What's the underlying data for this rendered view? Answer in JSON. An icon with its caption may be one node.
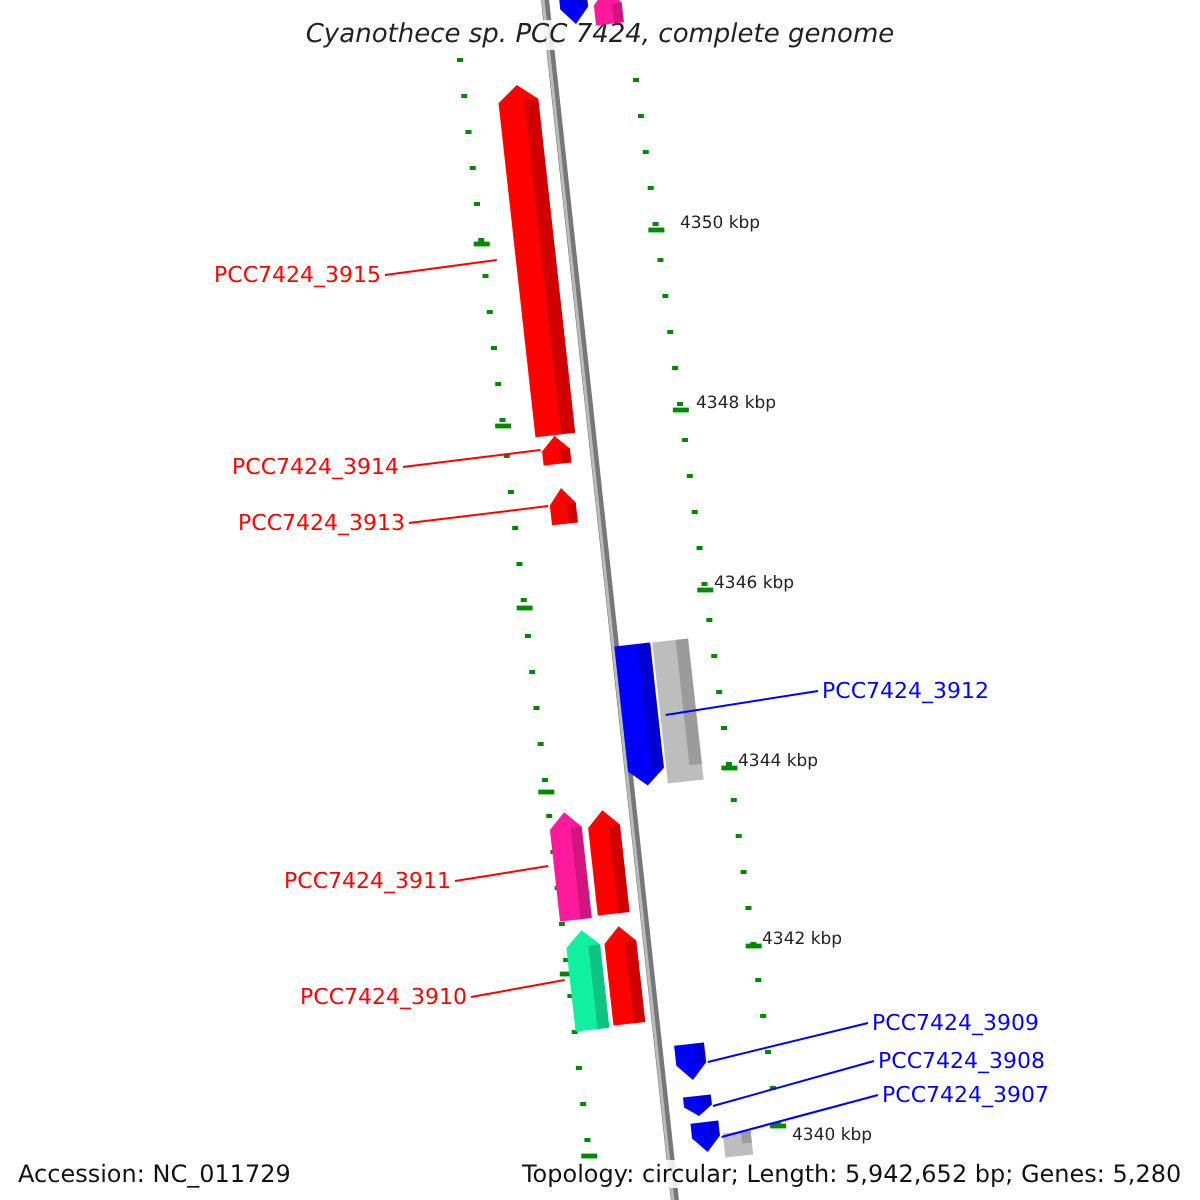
{
  "diagram": {
    "title": "Cyanothece sp. PCC 7424, complete genome",
    "nodes": [
      {
        "text": [],
        "shape": "arrow"
      },
      {
        "text": [],
        "shape": "arrow"
      },
      {
        "text": [],
        "shape": "arrow"
      },
      {
        "text": [
          "PCC7424_3915"
        ]
      },
      {
        "text": [],
        "shape": "arrow"
      },
      {
        "text": [
          "PCC7424_3914"
        ]
      },
      {
        "text": [],
        "shape": "arrow"
      },
      {
        "text": [
          "PCC7424_3913"
        ]
      },
      {
        "text": [],
        "shape": "arrow"
      },
      {
        "text": [],
        "shape": "box"
      },
      {
        "text": [
          "PCC7424_3912"
        ]
      },
      {
        "text": [],
        "shape": "arrow"
      },
      {
        "text": [],
        "shape": "arrow"
      },
      {
        "text": [
          "PCC7424_3911"
        ]
      },
      {
        "text": [],
        "shape": "arrow"
      },
      {
        "text": [],
        "shape": "arrow"
      },
      {
        "text": [
          "PCC7424_3910"
        ]
      },
      {
        "text": [],
        "shape": "arrow"
      },
      {
        "text": [
          "PCC7424_3909"
        ]
      },
      {
        "text": [],
        "shape": "arrow"
      },
      {
        "text": [
          "PCC7424_3908"
        ]
      },
      {
        "text": [],
        "shape": "arrow"
      },
      {
        "text": [],
        "shape": "box"
      },
      {
        "text": [
          "PCC7424_3907"
        ]
      }
    ],
    "edges": [
      {
        "from": 3,
        "to": 2,
        "arrow": "none"
      },
      {
        "from": 5,
        "to": 4,
        "arrow": "none"
      },
      {
        "from": 7,
        "to": 6,
        "arrow": "none"
      },
      {
        "from": 10,
        "to": 8,
        "arrow": "none",
        "color": "#0000ff"
      },
      {
        "from": 13,
        "to": 11,
        "arrow": "none"
      },
      {
        "from": 16,
        "to": 14,
        "arrow": "none"
      },
      {
        "from": 18,
        "to": 17,
        "arrow": "none",
        "color": "#0000ff"
      },
      {
        "from": 20,
        "to": 19,
        "arrow": "none",
        "color": "#0000ff"
      },
      {
        "from": 23,
        "to": 21,
        "arrow": "none",
        "color": "#0000ff"
      }
    ],
    "labels": [
      "4350 kbp",
      "4348 kbp",
      "4346 kbp",
      "4344 kbp",
      "4342 kbp",
      "4340 kbp",
      "Accession: NC_011729",
      "Topology: circular; Length: 5,942,652 bp; Genes: 5,280"
    ]
  }
}
